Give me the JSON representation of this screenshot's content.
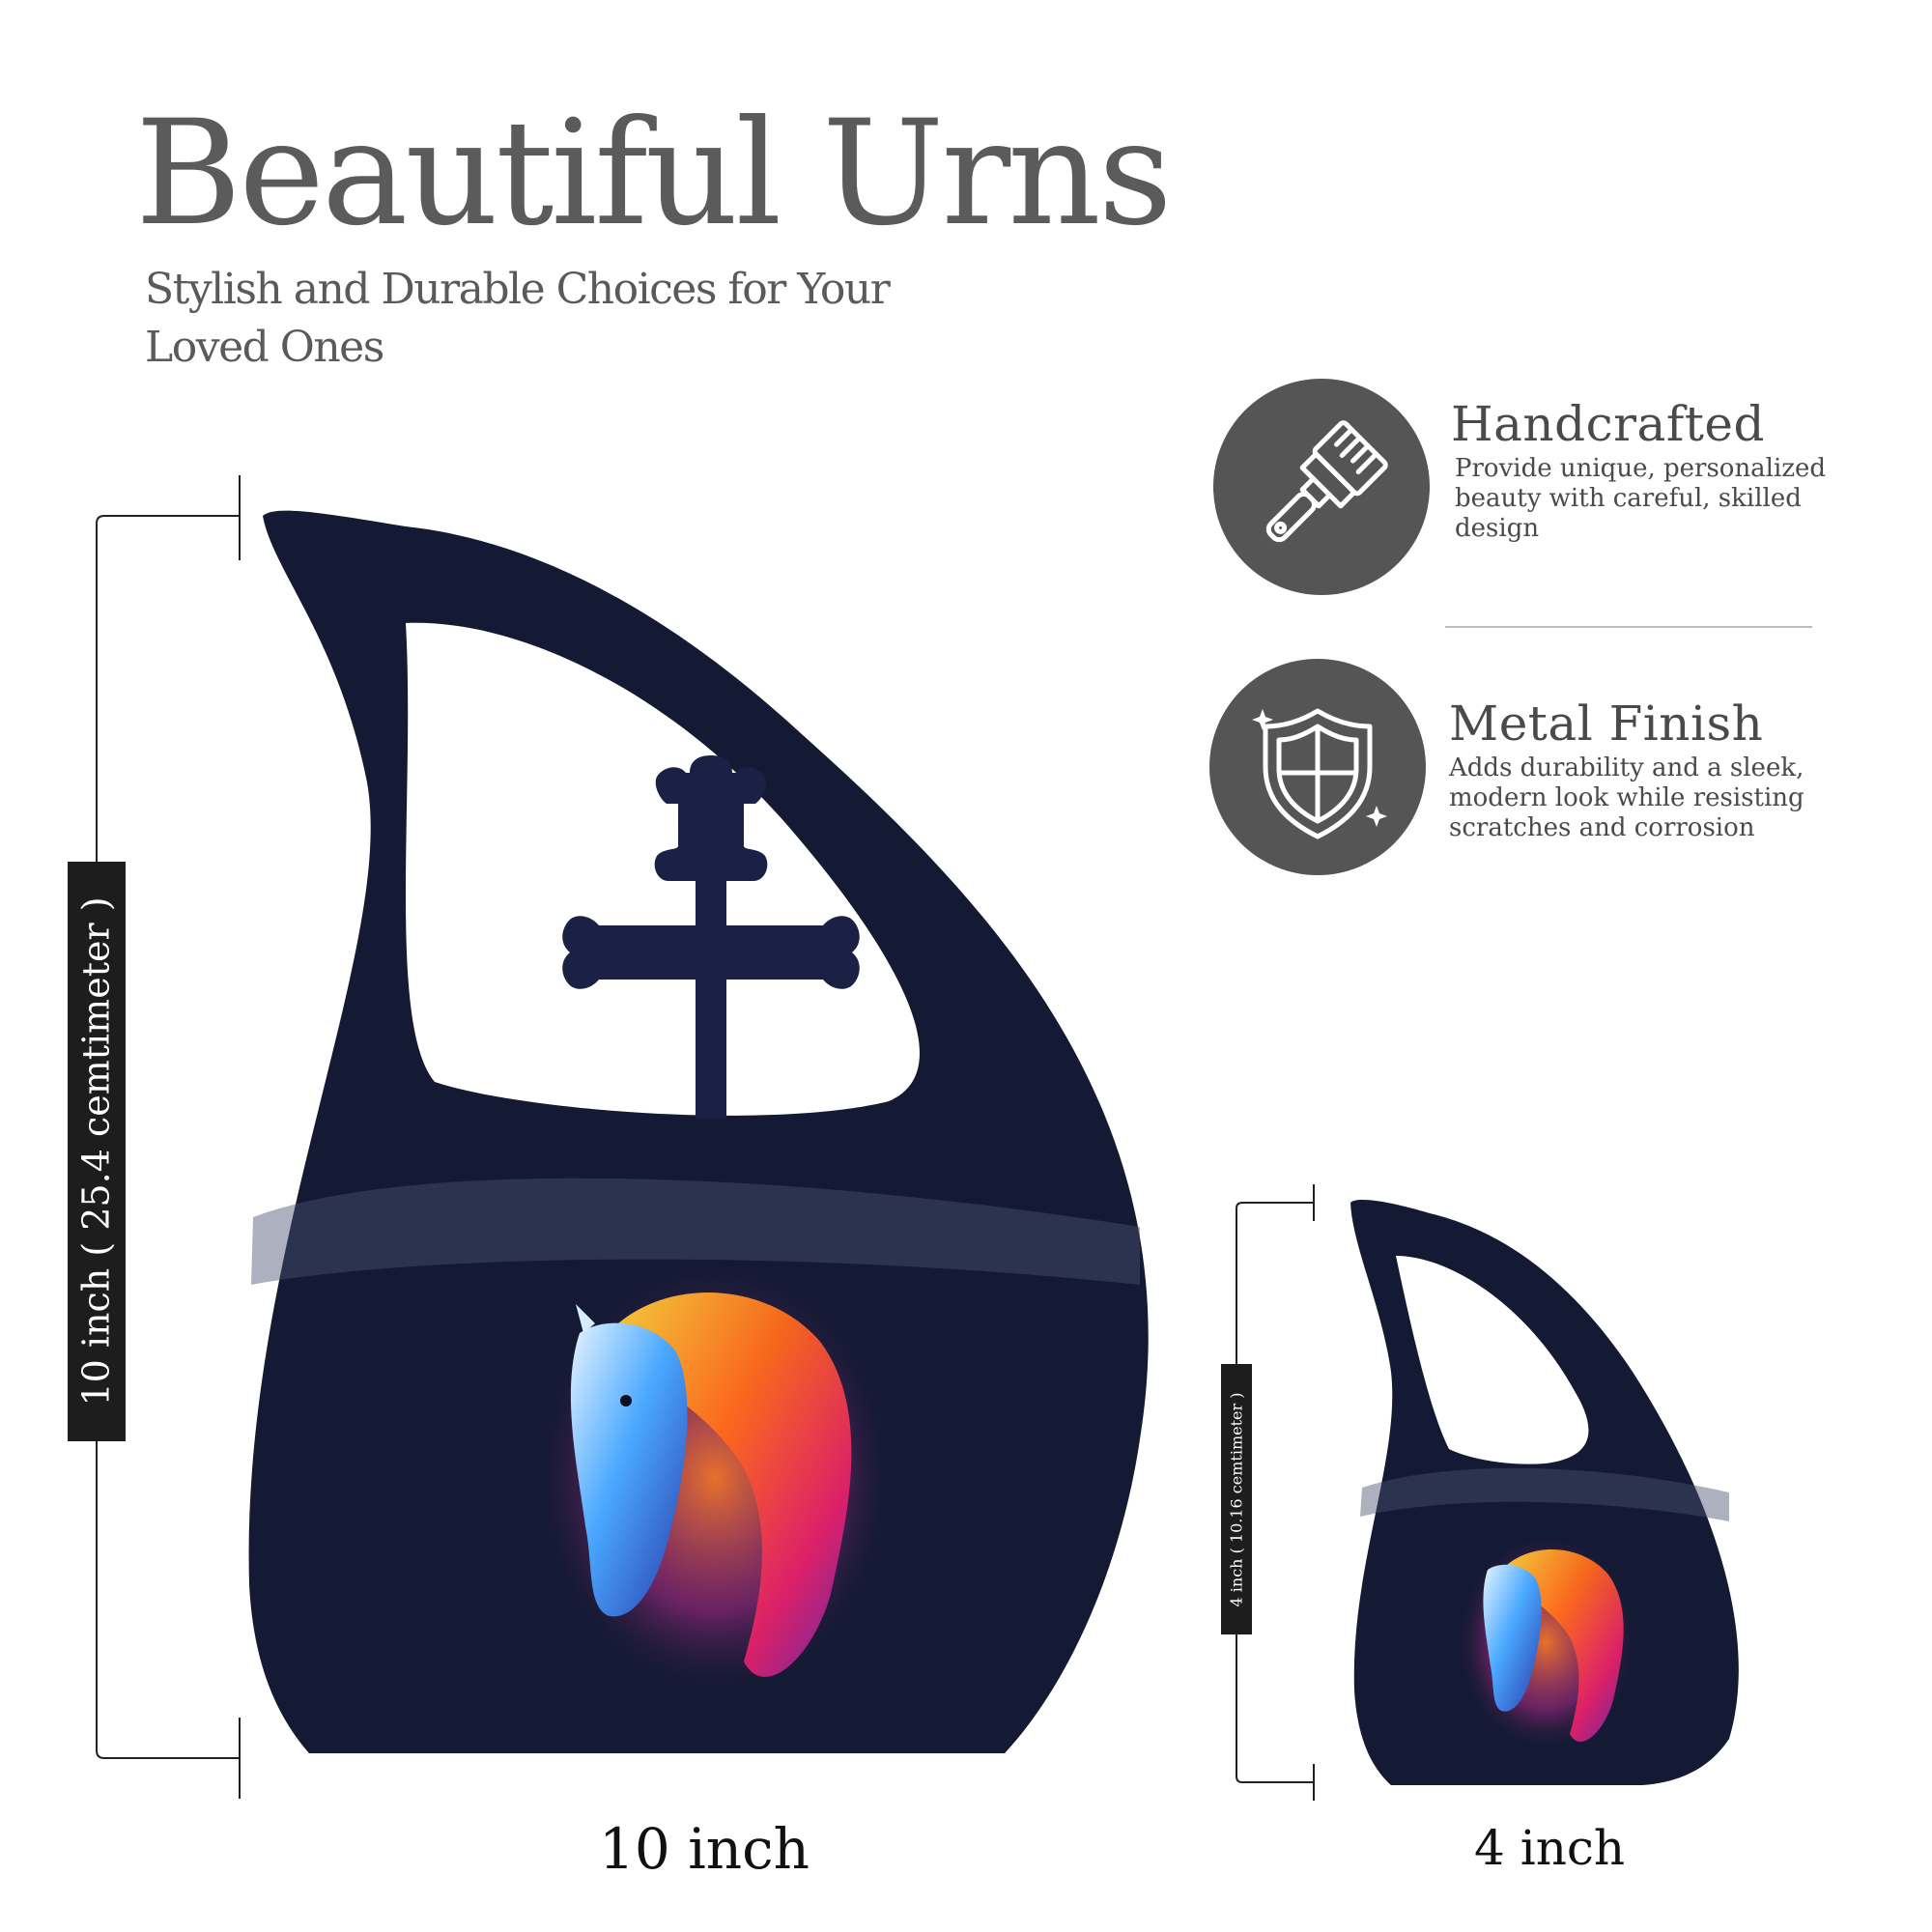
{
  "header": {
    "title": "Beautiful Urns",
    "subtitle": "Stylish and Durable Choices for Your Loved Ones"
  },
  "features": [
    {
      "icon": "paint-brush-icon",
      "title": "Handcrafted",
      "description": "Provide unique, personalized beauty with careful, skilled design"
    },
    {
      "icon": "shield-icon",
      "title": "Metal Finish",
      "description": "Adds durability and a sleek, modern look while resisting scratches and corrosion"
    }
  ],
  "large_urn": {
    "height_label": "10 inch ( 25.4 cemtimeter )",
    "width_label": "10 inch"
  },
  "small_urn": {
    "height_label": "4 inch ( 10.16 cemtimeter )",
    "width_label": "4 inch"
  },
  "colors": {
    "urn_body": "#141a33",
    "icon_circle": "#555555",
    "label_background": "#1d1d1d"
  }
}
